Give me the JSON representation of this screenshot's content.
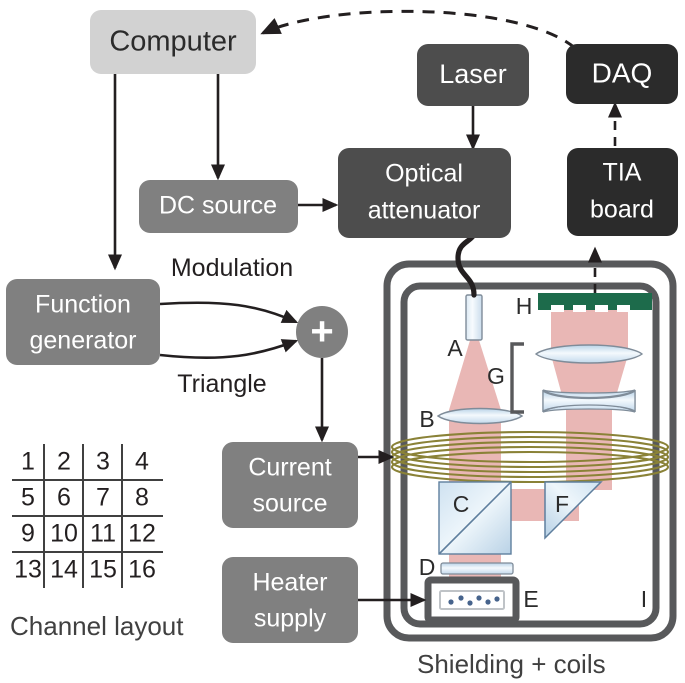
{
  "figure": {
    "title": "Optically pumped magnetometer experimental setup block diagram",
    "colors": {
      "box_light": "#d2d2d2",
      "box_mid": "#808080",
      "box_dark": "#4d4d4d",
      "box_darkest": "#2b2b2b",
      "line": "#231f20",
      "beam": "#e9b7b5",
      "optic": "#cfe0ee",
      "coil": "#8a8237",
      "shield": "#58595b",
      "detector_green": "#1d6b4b",
      "text_dark": "#231f20",
      "text_light": "#ffffff"
    }
  },
  "blocks": {
    "computer": {
      "label": "Computer",
      "shade": "light"
    },
    "laser": {
      "label": "Laser",
      "shade": "dark"
    },
    "daq": {
      "label": "DAQ",
      "shade": "darkest"
    },
    "dc_source": {
      "label": "DC source",
      "shade": "mid"
    },
    "attenuator": {
      "line1": "Optical",
      "line2": "attenuator",
      "shade": "dark"
    },
    "tia": {
      "line1": "TIA",
      "line2": "board",
      "shade": "darkest"
    },
    "funcgen": {
      "line1": "Function",
      "line2": "generator",
      "shade": "mid"
    },
    "summing": {
      "label": "+",
      "shade": "mid"
    },
    "current": {
      "line1": "Current",
      "line2": "source",
      "shade": "mid"
    },
    "heater": {
      "line1": "Heater",
      "line2": "supply",
      "shade": "mid"
    }
  },
  "edge_labels": {
    "modulation": "Modulation",
    "triangle": "Triangle"
  },
  "optics_labels": {
    "a": "A",
    "b": "B",
    "c": "C",
    "d": "D",
    "e": "E",
    "f": "F",
    "g": "G",
    "h": "H",
    "i": "I"
  },
  "captions": {
    "shielding": "Shielding + coils",
    "channel_layout": "Channel layout"
  },
  "channel_table": {
    "rows": [
      [
        "1",
        "2",
        "3",
        "4"
      ],
      [
        "5",
        "6",
        "7",
        "8"
      ],
      [
        "9",
        "10",
        "11",
        "12"
      ],
      [
        "13",
        "14",
        "15",
        "16"
      ]
    ]
  }
}
